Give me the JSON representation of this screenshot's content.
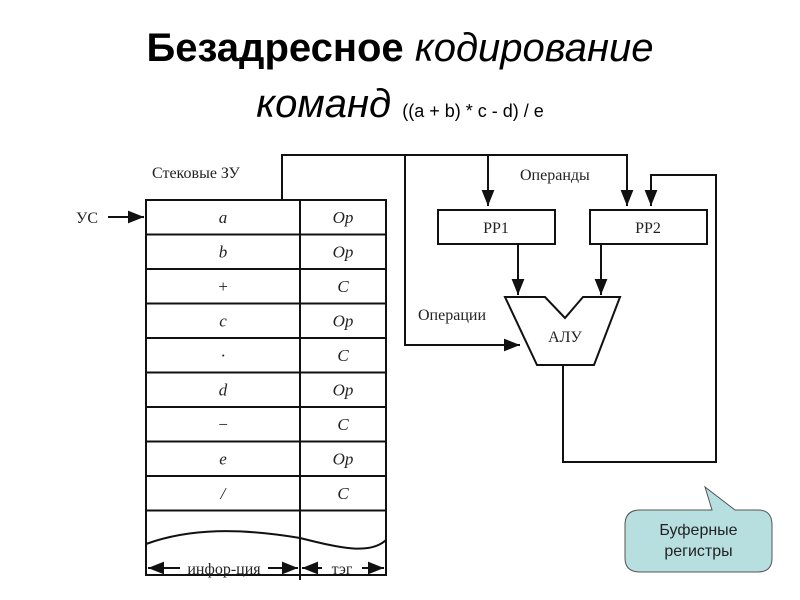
{
  "title": {
    "word1": "Безадресное",
    "word2": "кодирование",
    "word3": "команд",
    "expression": "((a + b) * c - d) / e"
  },
  "diagram": {
    "stack_label": "Стековые ЗУ",
    "pointer_label": "УС",
    "rows": [
      {
        "info": "a",
        "tag": "Op"
      },
      {
        "info": "b",
        "tag": "Op"
      },
      {
        "info": "+",
        "tag": "C"
      },
      {
        "info": "c",
        "tag": "Op"
      },
      {
        "info": "·",
        "tag": "C"
      },
      {
        "info": "d",
        "tag": "Op"
      },
      {
        "info": "−",
        "tag": "C"
      },
      {
        "info": "e",
        "tag": "Op"
      },
      {
        "info": "/",
        "tag": "C"
      }
    ],
    "info_label": "инфор-ция",
    "tag_label": "тэг",
    "operands_label": "Операнды",
    "operations_label": "Операции",
    "rr1": "РР1",
    "rr2": "РР2",
    "alu": "АЛУ"
  },
  "callout": {
    "line1": "Буферные",
    "line2": "регистры",
    "color": "#b8dfe0"
  }
}
